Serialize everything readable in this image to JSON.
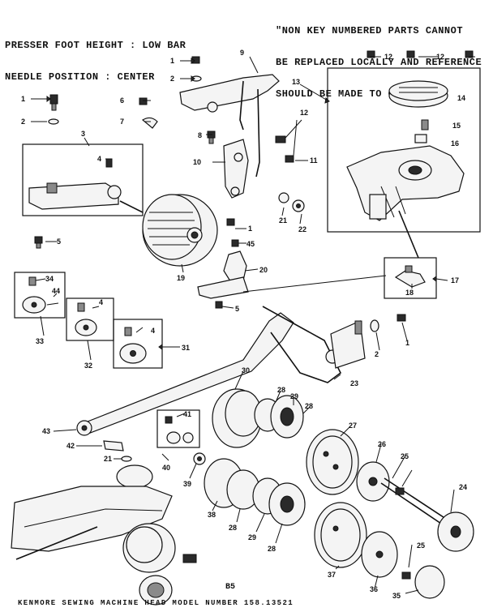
{
  "header": {
    "left_line1": "PRESSER FOOT HEIGHT : LOW BAR",
    "left_line2": "NEEDLE POSITION : CENTER",
    "right_line1": "\"NON KEY NUMBERED PARTS CANNOT",
    "right_line2": "BE REPLACED LOCALLY AND REFERENCE",
    "right_line3": "SHOULD BE MADE TO CODE NT.\""
  },
  "page_code": "B5",
  "footer": "KENMORE SEWING MACHINE HEAD MODEL NUMBER 158.13521",
  "callouts": [
    {
      "id": "c1a",
      "text": "1"
    },
    {
      "id": "c2a",
      "text": "2"
    },
    {
      "id": "c9",
      "text": "9"
    },
    {
      "id": "c13",
      "text": "13"
    },
    {
      "id": "c12a",
      "text": "12"
    },
    {
      "id": "c12b",
      "text": "12"
    },
    {
      "id": "c1b",
      "text": "1"
    },
    {
      "id": "c2b",
      "text": "2"
    },
    {
      "id": "c3",
      "text": "3"
    },
    {
      "id": "c6",
      "text": "6"
    },
    {
      "id": "c7",
      "text": "7"
    },
    {
      "id": "c8",
      "text": "8"
    },
    {
      "id": "c12c",
      "text": "12"
    },
    {
      "id": "c14",
      "text": "14"
    },
    {
      "id": "c15",
      "text": "15"
    },
    {
      "id": "c16",
      "text": "16"
    },
    {
      "id": "c4a",
      "text": "4"
    },
    {
      "id": "c10",
      "text": "10"
    },
    {
      "id": "c11",
      "text": "11"
    },
    {
      "id": "c5a",
      "text": "5"
    },
    {
      "id": "c21a",
      "text": "21"
    },
    {
      "id": "c22",
      "text": "22"
    },
    {
      "id": "c1c",
      "text": "1"
    },
    {
      "id": "c45",
      "text": "45"
    },
    {
      "id": "c20",
      "text": "20"
    },
    {
      "id": "c19",
      "text": "19"
    },
    {
      "id": "c34",
      "text": "34"
    },
    {
      "id": "c44",
      "text": "44"
    },
    {
      "id": "c18",
      "text": "18"
    },
    {
      "id": "c17",
      "text": "17"
    },
    {
      "id": "c4b",
      "text": "4"
    },
    {
      "id": "c5b",
      "text": "5"
    },
    {
      "id": "c33",
      "text": "33"
    },
    {
      "id": "c4c",
      "text": "4"
    },
    {
      "id": "c1d",
      "text": "1"
    },
    {
      "id": "c2c",
      "text": "2"
    },
    {
      "id": "c31",
      "text": "31"
    },
    {
      "id": "c32",
      "text": "32"
    },
    {
      "id": "c30",
      "text": "30"
    },
    {
      "id": "c23",
      "text": "23"
    },
    {
      "id": "c28a",
      "text": "28"
    },
    {
      "id": "c29a",
      "text": "29"
    },
    {
      "id": "c28b",
      "text": "28"
    },
    {
      "id": "c27",
      "text": "27"
    },
    {
      "id": "c43",
      "text": "43"
    },
    {
      "id": "c41",
      "text": "41"
    },
    {
      "id": "c26",
      "text": "26"
    },
    {
      "id": "c25a",
      "text": "25"
    },
    {
      "id": "c42",
      "text": "42"
    },
    {
      "id": "c21b",
      "text": "21"
    },
    {
      "id": "c40",
      "text": "40"
    },
    {
      "id": "c39",
      "text": "39"
    },
    {
      "id": "c24",
      "text": "24"
    },
    {
      "id": "c38",
      "text": "38"
    },
    {
      "id": "c28c",
      "text": "28"
    },
    {
      "id": "c29b",
      "text": "29"
    },
    {
      "id": "c28d",
      "text": "28"
    },
    {
      "id": "c25b",
      "text": "25"
    },
    {
      "id": "c37",
      "text": "37"
    },
    {
      "id": "c36",
      "text": "36"
    },
    {
      "id": "c35",
      "text": "35"
    }
  ]
}
